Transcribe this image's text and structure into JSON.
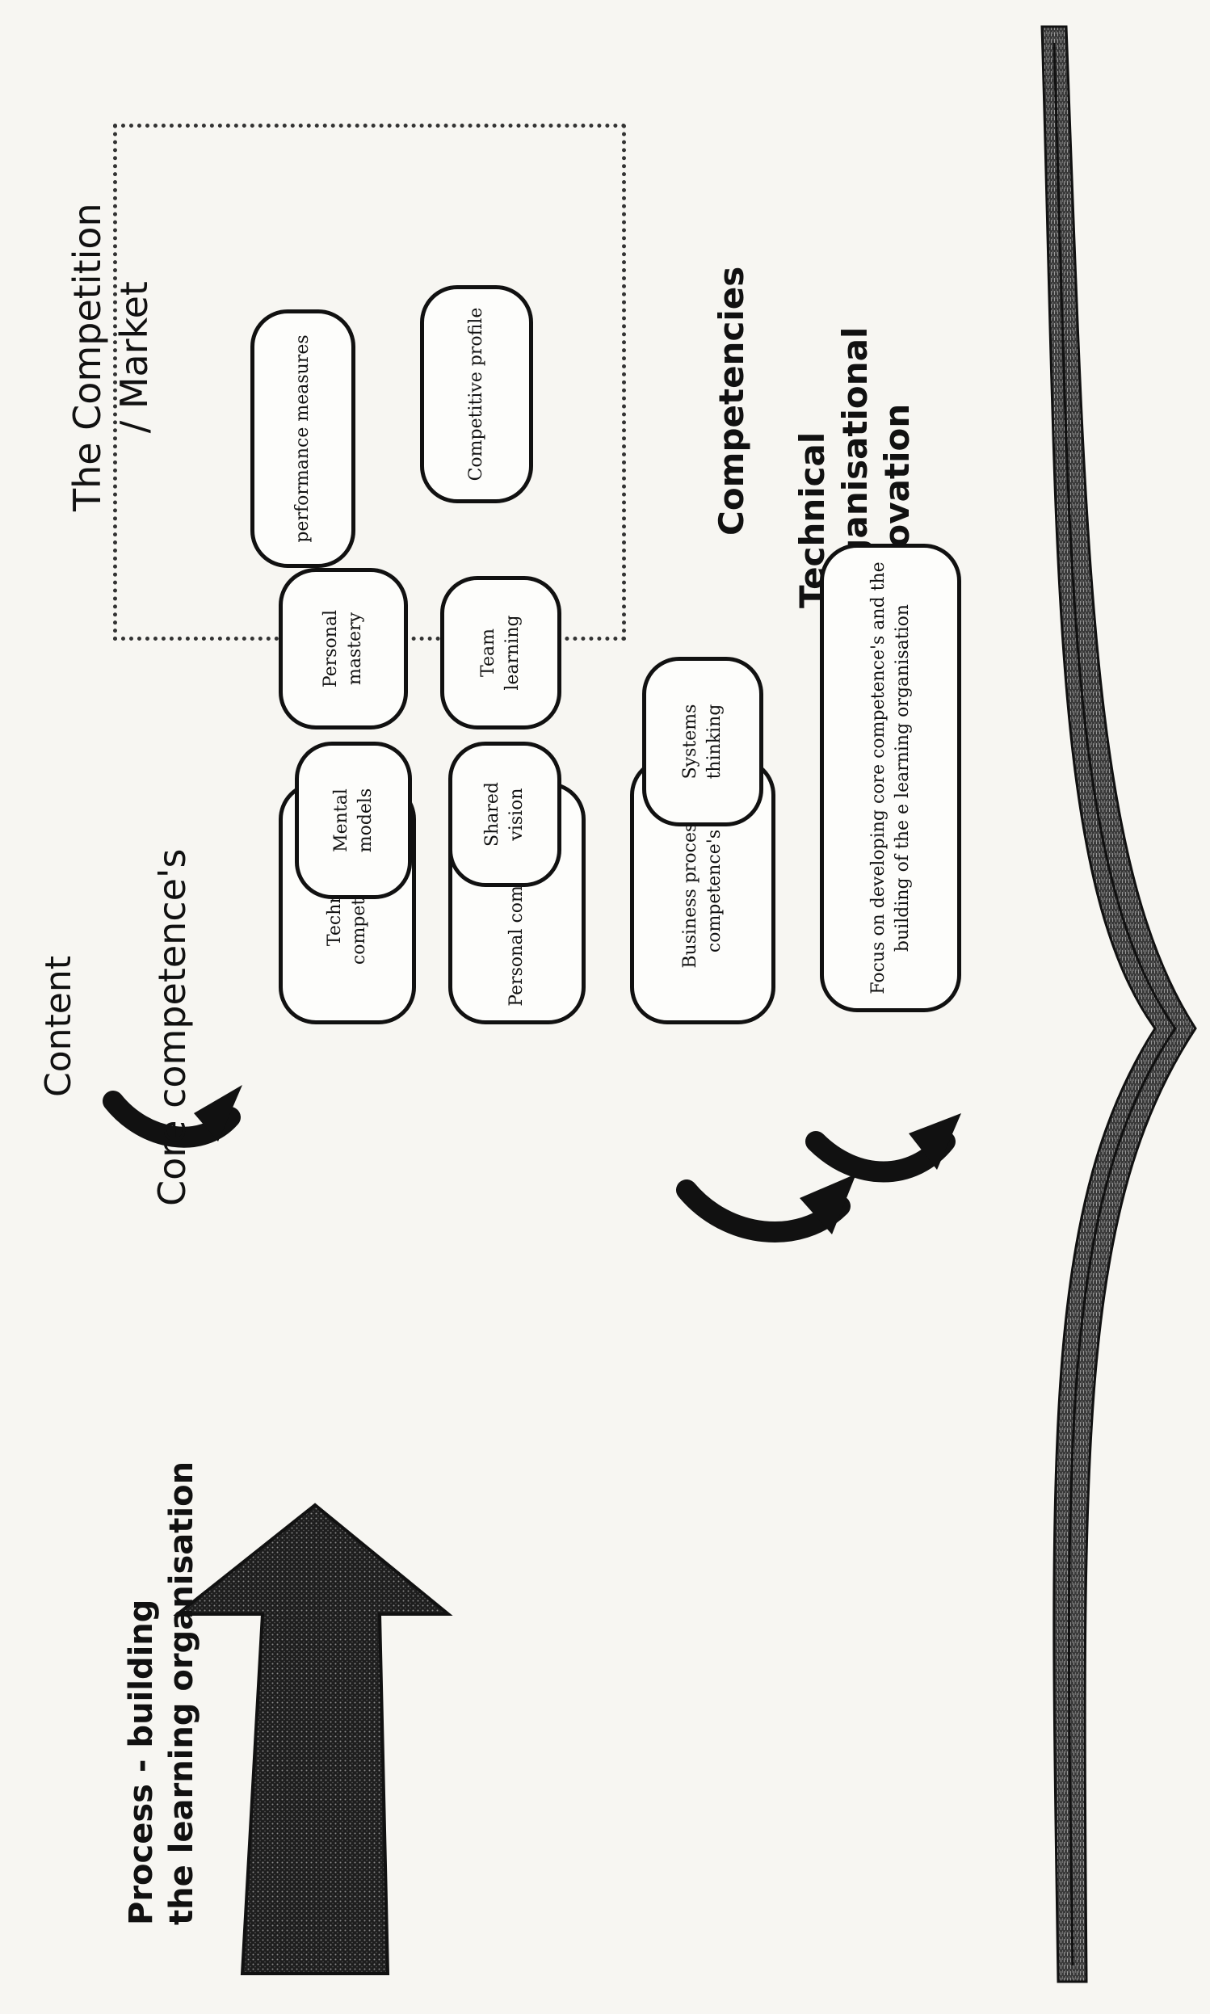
{
  "headings": {
    "process_line1": "Process - building",
    "process_line2": "the learning organisation",
    "content": "Content",
    "core": "Core competence's",
    "competition_line1": "The Competition",
    "competition_line2": "/ Market",
    "competencies": "Competencies",
    "outcome_technical": "Technical",
    "outcome_organisational": "Organisational",
    "outcome_innovation": "Innovation"
  },
  "boxes": {
    "technical": "Technical competence's",
    "mental": "Mental models",
    "personal_mastery": "Personal mastery",
    "personal_comp": "Personal competence's",
    "shared": "Shared vision",
    "team": "Team learning",
    "business": "Business process competence's",
    "systems": "Systems thinking",
    "performance": "performance measures",
    "competitive": "Competitive profile",
    "focus": "Focus on developing core competence's and the building of the e learning organisation"
  },
  "colors": {
    "ink": "#111111",
    "paper": "#f7f6f2",
    "arrow_fill": "#2a2a2a"
  }
}
